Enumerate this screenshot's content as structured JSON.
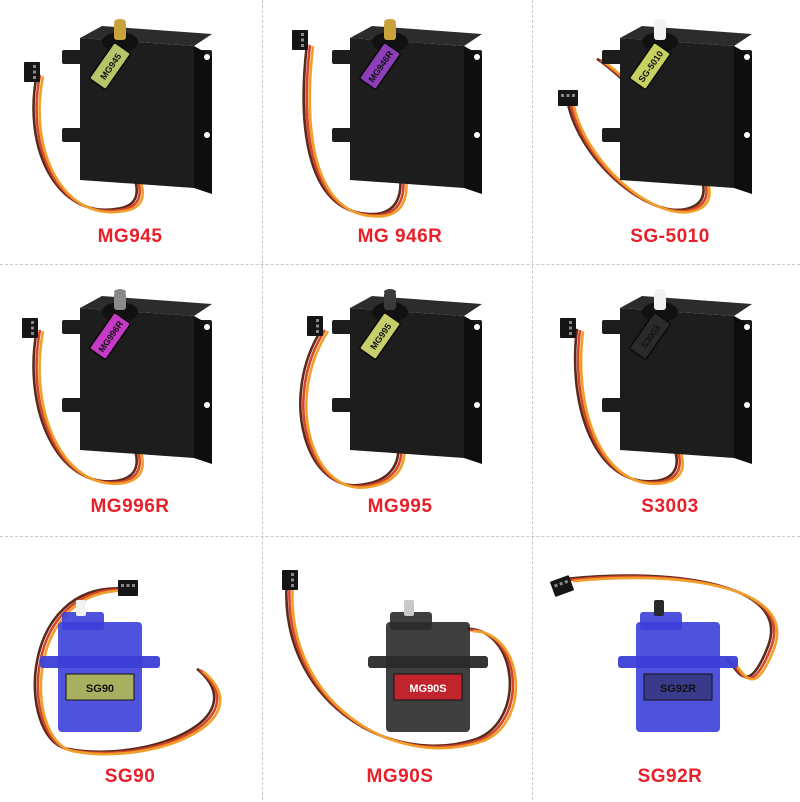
{
  "products": [
    {
      "caption": "MG945",
      "label_text": "MG945",
      "body_color": "#1d1d1d",
      "label_color": "#b8c46a",
      "gear_color": "#c9a23c",
      "style": "standard"
    },
    {
      "caption": "MG 946R",
      "label_text": "MG946R",
      "body_color": "#1d1d1d",
      "label_color": "#8c3fb8",
      "gear_color": "#c9a23c",
      "style": "standard"
    },
    {
      "caption": "SG-5010",
      "label_text": "SG-5010",
      "body_color": "#1d1d1d",
      "label_color": "#c8d060",
      "gear_color": "#f2f2f2",
      "style": "standard"
    },
    {
      "caption": "MG996R",
      "label_text": "MG996R",
      "body_color": "#1d1d1d",
      "label_color": "#c63ac6",
      "gear_color": "#8a8a8a",
      "style": "standard"
    },
    {
      "caption": "MG995",
      "label_text": "MG995",
      "body_color": "#1d1d1d",
      "label_color": "#c6cf6a",
      "gear_color": "#3a3a3a",
      "style": "standard"
    },
    {
      "caption": "S3003",
      "label_text": "S3003",
      "body_color": "#1d1d1d",
      "label_color": "#2a2a2a",
      "gear_color": "#f2f2f2",
      "style": "standard"
    },
    {
      "caption": "SG90",
      "label_text": "SG90",
      "body_color": "#3b3fd8",
      "label_color": "#a8b060",
      "gear_color": "#f2f2f2",
      "style": "micro"
    },
    {
      "caption": "MG90S",
      "label_text": "MG90S",
      "body_color": "#2a2a2a",
      "label_color": "#c2242e",
      "gear_color": "#c9c9c9",
      "style": "micro"
    },
    {
      "caption": "SG92R",
      "label_text": "SG92R",
      "body_color": "#3b3fd8",
      "label_color": "#3a3a8a",
      "gear_color": "#2a2a2a",
      "style": "micro"
    }
  ],
  "colors": {
    "caption": "#e8202a",
    "wire_brown": "#5a2a1a",
    "wire_red": "#d8462a",
    "wire_orange": "#f0a02a",
    "divider": "#c8c8c8"
  }
}
